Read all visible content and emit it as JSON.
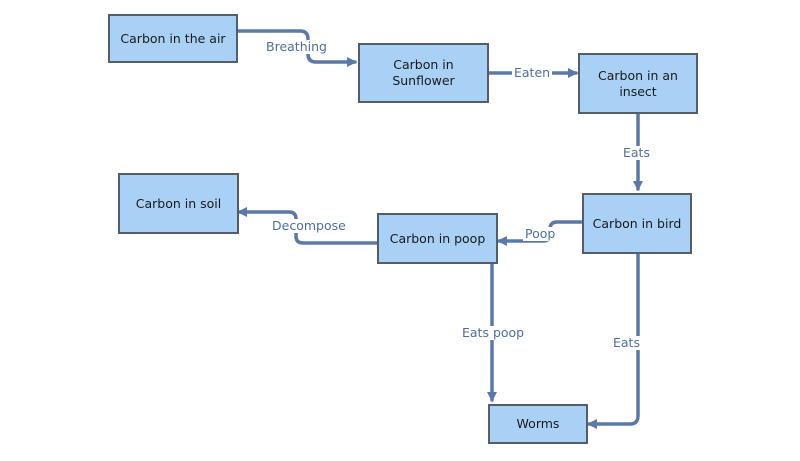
{
  "nodes": {
    "air": "Carbon in the air",
    "sunflower": "Carbon in\nSunflower",
    "insect": "Carbon in an\ninsect",
    "bird": "Carbon in bird",
    "poop": "Carbon in poop",
    "soil": "Carbon in soil",
    "worms": "Worms"
  },
  "edges": {
    "breathing": "Breathing",
    "eaten": "Eaten",
    "eats_insect": "Eats",
    "poop": "Poop",
    "decompose": "Decompose",
    "eats_poop": "Eats poop",
    "eats_bird": "Eats"
  },
  "colors": {
    "node_fill": "#a9d1f5",
    "node_border": "#555d66",
    "arrow": "#5a79a8",
    "edge_label": "#4f6f9a"
  }
}
